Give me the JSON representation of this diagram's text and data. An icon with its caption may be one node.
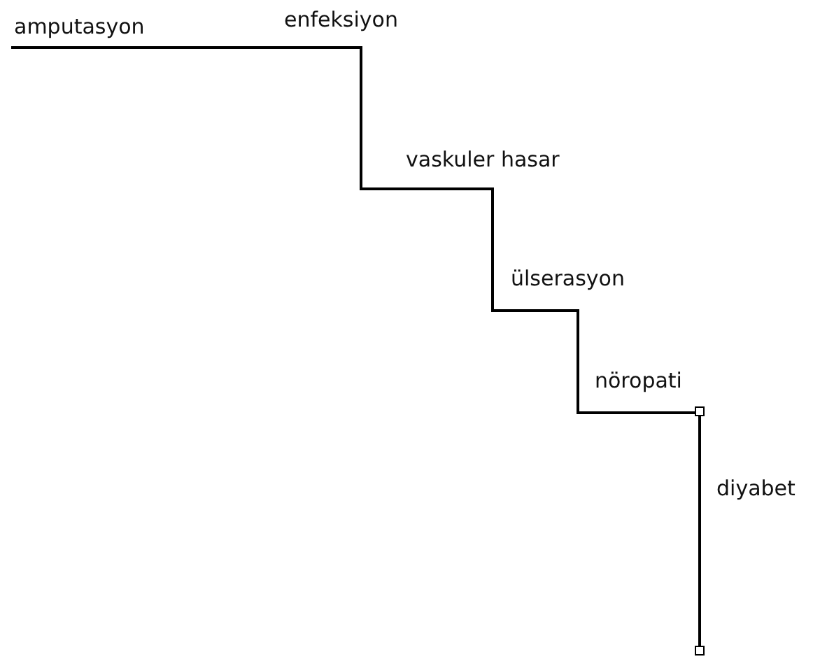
{
  "diagram": {
    "labels": [
      "amputasyon",
      "enfeksiyon",
      "vaskuler hasar",
      "ülserasyon",
      "nöropati",
      "diyabet"
    ]
  }
}
